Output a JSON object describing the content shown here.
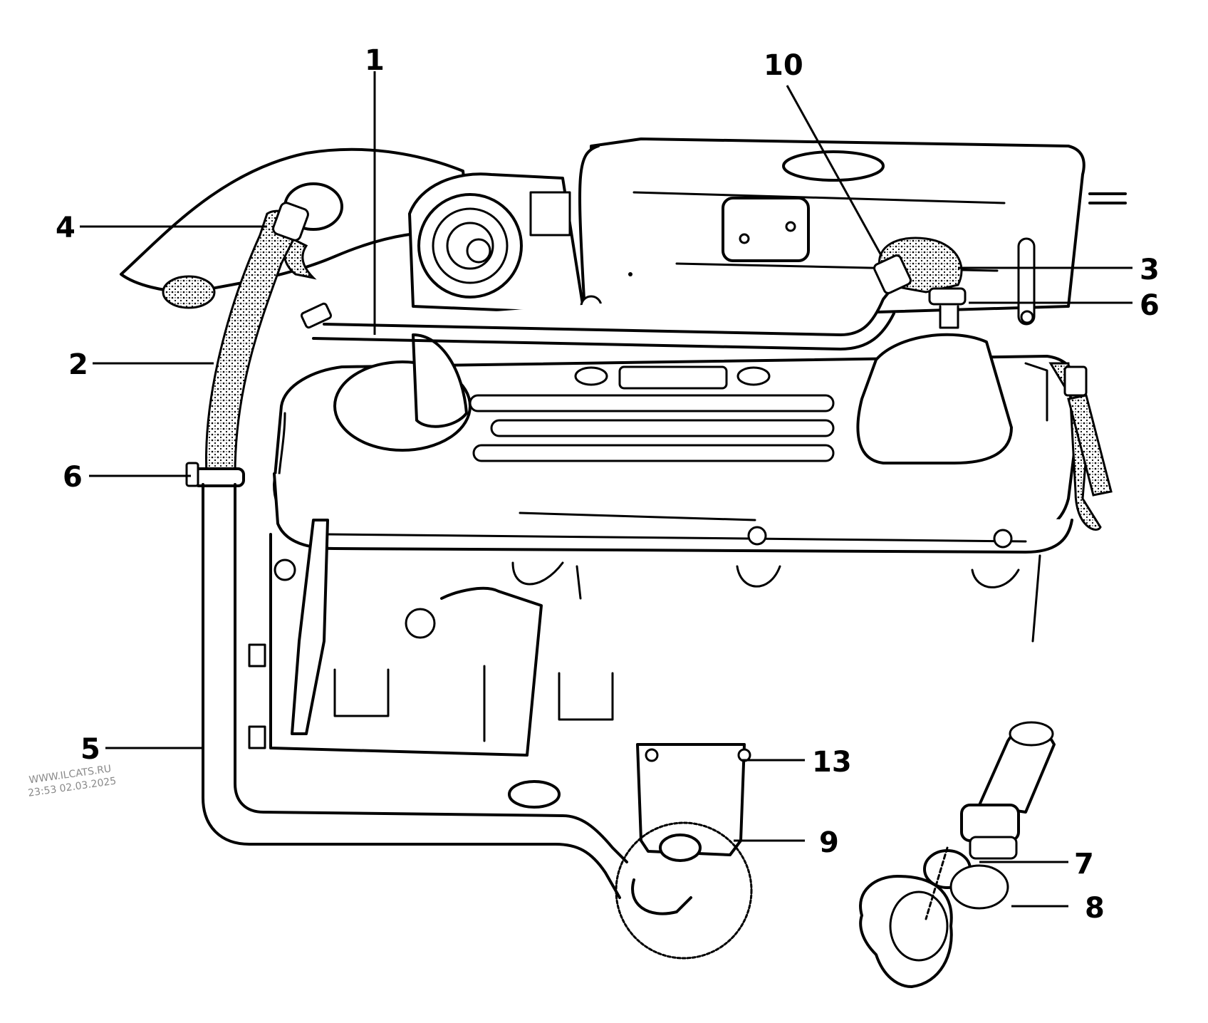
{
  "callouts": {
    "c1": "1",
    "c2": "2",
    "c3": "3",
    "c4": "4",
    "c5": "5",
    "c6a": "6",
    "c6b": "6",
    "c7": "7",
    "c8": "8",
    "c9": "9",
    "c10": "10",
    "c13": "13"
  },
  "watermark": {
    "line1": "WWW.ILCATS.RU",
    "line2": "23:53 02.03.2025"
  }
}
